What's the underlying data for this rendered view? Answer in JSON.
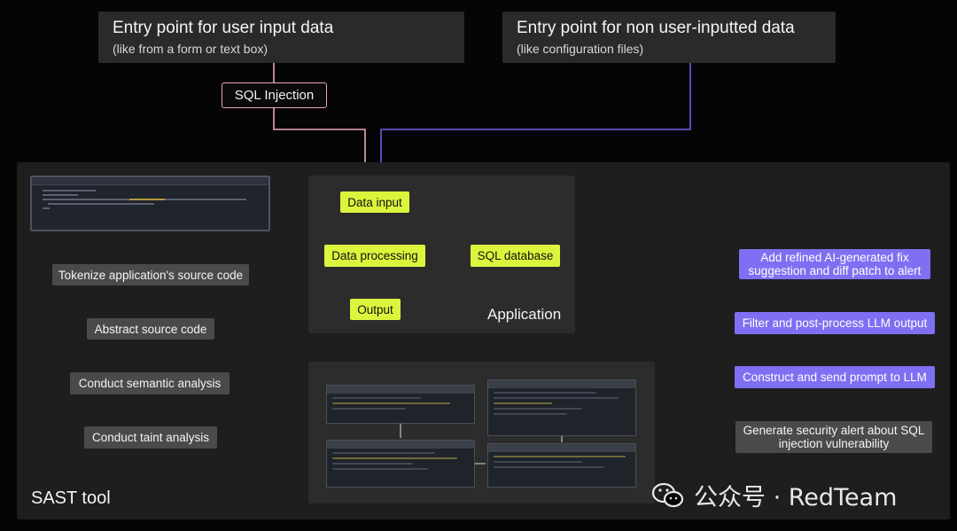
{
  "entry_user": {
    "title": "Entry point for user input data",
    "subtitle": "(like from a form or text box)"
  },
  "entry_nonuser": {
    "title": "Entry point for non user-inputted data",
    "subtitle": "(like configuration files)"
  },
  "sql_injection": "SQL Injection",
  "application": {
    "label": "Application",
    "data_input": "Data input",
    "data_processing": "Data processing",
    "sql_database": "SQL database",
    "output": "Output"
  },
  "sast": {
    "label": "SAST tool",
    "steps": [
      "Tokenize application's source code",
      "Abstract source code",
      "Conduct semantic analysis",
      "Conduct taint analysis"
    ]
  },
  "llm_pipeline": {
    "alert": "Generate security alert about SQL injection vulnerability",
    "construct": "Construct and send prompt to LLM",
    "filter": "Filter and post-process LLM output",
    "fix": "Add refined AI-generated fix suggestion and diff patch to alert"
  },
  "watermark": "公众号 · RedTeam",
  "colors": {
    "green": "#dcf53c",
    "purple": "#7f6ff2",
    "pink_line": "#e9a7b7",
    "blue_line": "#6d5ee8"
  }
}
